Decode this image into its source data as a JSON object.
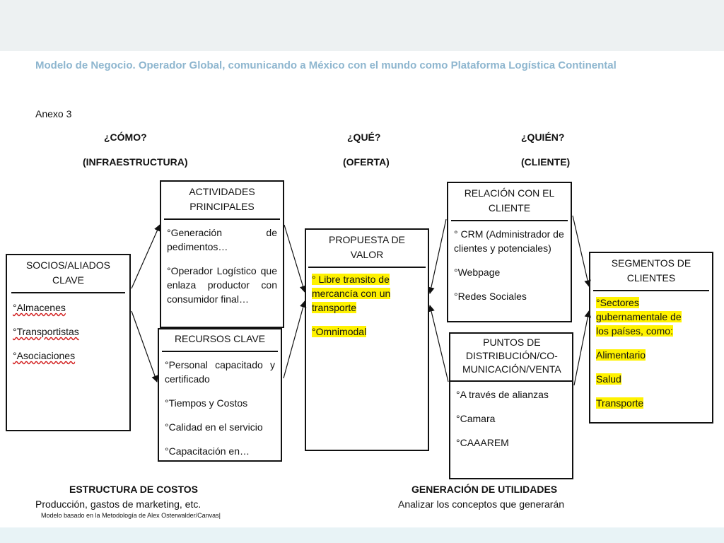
{
  "title": "Modelo de Negocio. Operador Global, comunicando a México con el mundo como Plataforma Logística Continental",
  "annex": "Anexo 3",
  "headers": {
    "como": "¿CÓMO?",
    "infraestructura": "(INFRAESTRUCTURA)",
    "que": "¿QUÉ?",
    "oferta": "(OFERTA)",
    "quien": "¿QUIÉN?",
    "cliente": "(CLIENTE)"
  },
  "boxes": {
    "socios": {
      "title": "SOCIOS/ALIADOS CLAVE",
      "items": [
        "°Almacenes",
        "°Transportistas",
        "°Asociaciones"
      ]
    },
    "actividades": {
      "title": "ACTIVIDADES PRINCIPALES",
      "items": [
        "°Generación de pedimentos…",
        "°Operador Logístico que enlaza productor con consumidor final…"
      ]
    },
    "recursos": {
      "title": "RECURSOS CLAVE",
      "items": [
        "°Personal capacitado y certificado",
        "°Tiempos y Costos",
        "°Calidad en el servicio",
        "°Capacitación en…"
      ]
    },
    "propuesta": {
      "title": "PROPUESTA DE VALOR",
      "items": [
        "° Libre transito de mercancía con un transporte",
        "°Omnimodal"
      ]
    },
    "relacion": {
      "title": "RELACIÓN CON EL CLIENTE",
      "items": [
        "° CRM (Administrador de clientes y potenciales)",
        "°Webpage",
        "°Redes Sociales"
      ]
    },
    "puntos": {
      "title": "PUNTOS DE DISTRIBUCIÓN/CO-MUNICACIÓN/VENTA",
      "items": [
        "°A través de alianzas",
        "°Camara",
        "°CAAAREM"
      ]
    },
    "segmentos": {
      "title": "SEGMENTOS DE CLIENTES",
      "items": [
        "°Sectores gubernamentale de los países, como:",
        "Alimentario",
        "Salud",
        "Transporte"
      ]
    }
  },
  "bottom": {
    "costos_title": "ESTRUCTURA DE COSTOS",
    "costos_text": "Producción, gastos de marketing, etc.",
    "utilidades_title": "GENERACIÓN DE UTILIDADES",
    "utilidades_text": "Analizar los conceptos que generarán",
    "credit": "Modelo basado en la Metodología de Alex Osterwalder/Canvas|"
  },
  "colors": {
    "title": "#8eb6cf",
    "highlight": "#fff200",
    "spellcheck": "#d11a1a"
  }
}
